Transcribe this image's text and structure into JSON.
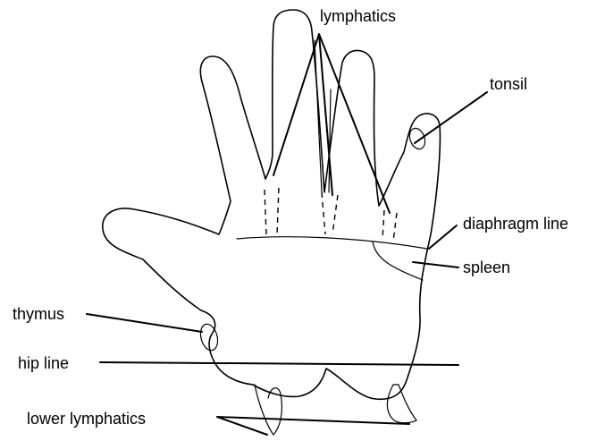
{
  "labels": {
    "lymphatics": "lymphatics",
    "tonsil": "tonsil",
    "diaphragm_line": "diaphragm line",
    "spleen": "spleen",
    "thymus": "thymus",
    "hip_line": "hip line",
    "lower_lymphatics": "lower lymphatics"
  }
}
